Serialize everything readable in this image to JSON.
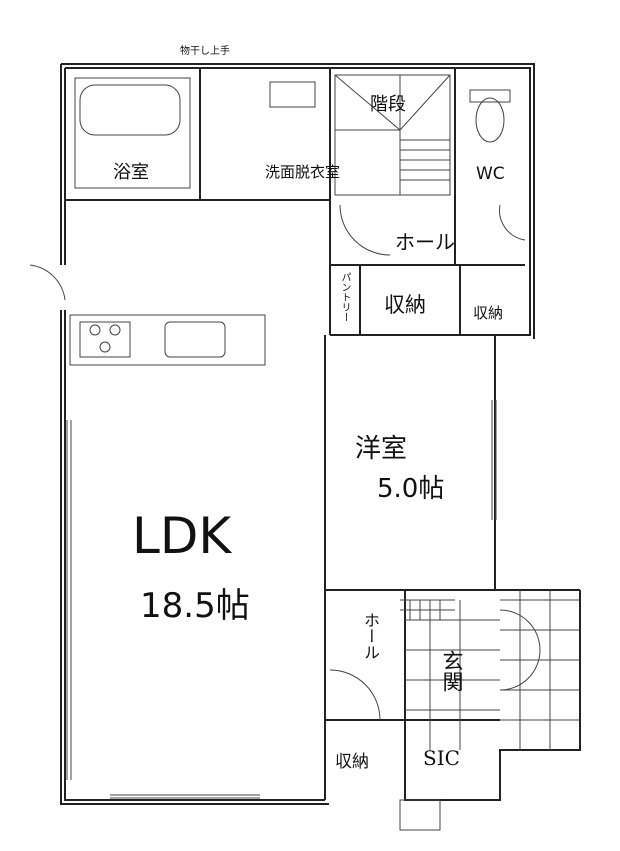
{
  "plan": {
    "drying_note": "物干し上手",
    "bathroom": "浴室",
    "washroom": "洗面脱衣室",
    "stairs": "階段",
    "wc": "WC",
    "hall_upper": "ホール",
    "pantry": "パントリー",
    "storage_1": "収納",
    "storage_2": "収納",
    "western_room": "洋室",
    "western_room_size": "5.0帖",
    "ldk": "LDK",
    "ldk_size": "18.5帖",
    "hall_lower": "ホール",
    "entrance": "玄関",
    "storage_3": "収納",
    "sic": "SIC"
  }
}
